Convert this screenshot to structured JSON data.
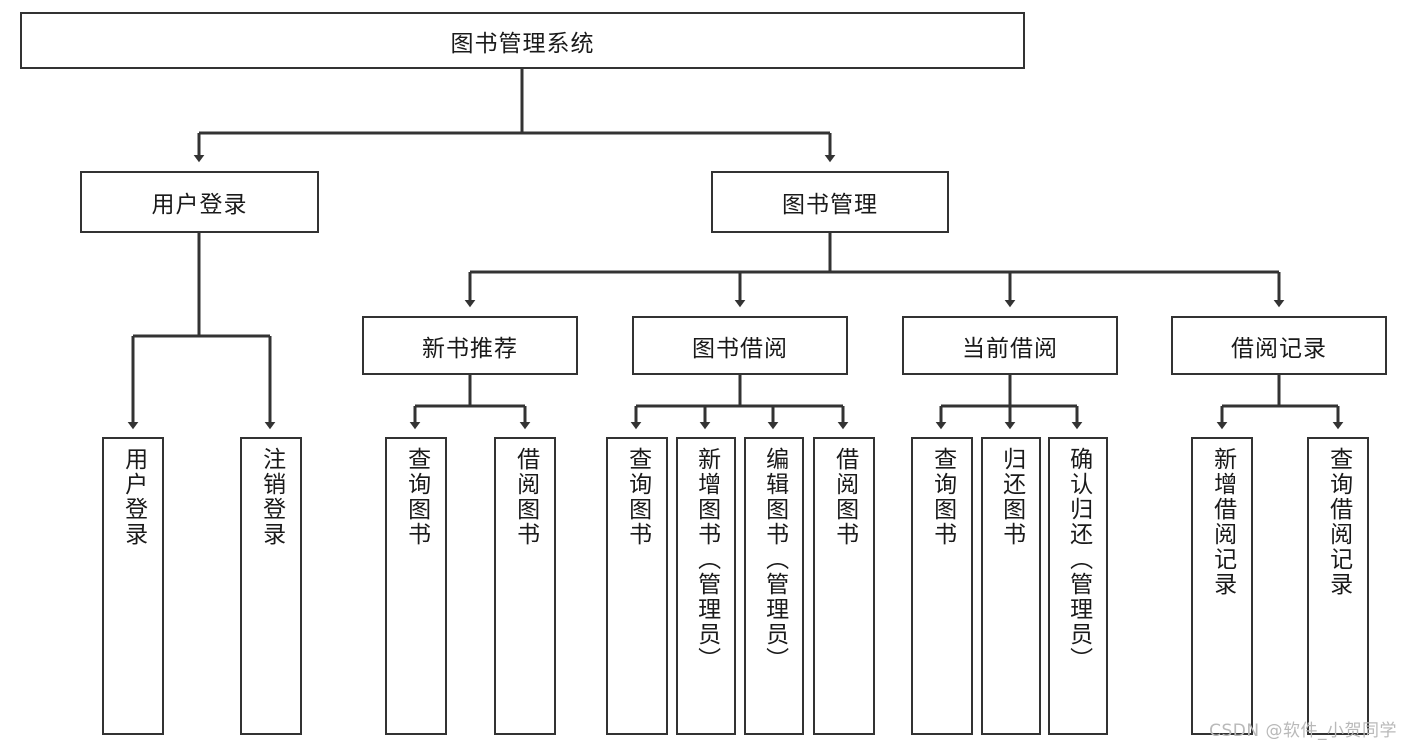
{
  "diagram": {
    "type": "tree-hierarchy",
    "title": "图书管理系统",
    "orientation": "top-down",
    "colors": {
      "background": "#ffffff",
      "box_border": "#333333",
      "box_fill": "#ffffff",
      "edge": "#333333",
      "text": "#1a1a1a",
      "watermark": "#b9b9b9"
    },
    "root": {
      "label": "图书管理系统",
      "text_direction": "horizontal"
    },
    "level2": [
      {
        "label": "用户登录",
        "text_direction": "horizontal"
      },
      {
        "label": "图书管理",
        "text_direction": "horizontal"
      }
    ],
    "level3": [
      {
        "label": "新书推荐",
        "text_direction": "horizontal",
        "parent": "图书管理"
      },
      {
        "label": "图书借阅",
        "text_direction": "horizontal",
        "parent": "图书管理"
      },
      {
        "label": "当前借阅",
        "text_direction": "horizontal",
        "parent": "图书管理"
      },
      {
        "label": "借阅记录",
        "text_direction": "horizontal",
        "parent": "图书管理"
      }
    ],
    "leaves": [
      {
        "label": "用户登录",
        "text_direction": "vertical",
        "parent": "用户登录"
      },
      {
        "label": "注销登录",
        "text_direction": "vertical",
        "parent": "用户登录"
      },
      {
        "label": "查询图书",
        "text_direction": "vertical",
        "parent": "新书推荐"
      },
      {
        "label": "借阅图书",
        "text_direction": "vertical",
        "parent": "新书推荐"
      },
      {
        "label": "查询图书",
        "text_direction": "vertical",
        "parent": "图书借阅"
      },
      {
        "label": "新增图书（管理员）",
        "text_direction": "vertical",
        "parent": "图书借阅"
      },
      {
        "label": "编辑图书（管理员）",
        "text_direction": "vertical",
        "parent": "图书借阅"
      },
      {
        "label": "借阅图书",
        "text_direction": "vertical",
        "parent": "图书借阅"
      },
      {
        "label": "查询图书",
        "text_direction": "vertical",
        "parent": "当前借阅"
      },
      {
        "label": "归还图书",
        "text_direction": "vertical",
        "parent": "当前借阅"
      },
      {
        "label": "确认归还（管理员）",
        "text_direction": "vertical",
        "parent": "当前借阅"
      },
      {
        "label": "新增借阅记录",
        "text_direction": "vertical",
        "parent": "借阅记录"
      },
      {
        "label": "查询借阅记录",
        "text_direction": "vertical",
        "parent": "借阅记录"
      }
    ],
    "watermark": "CSDN @软件_小贺同学"
  }
}
